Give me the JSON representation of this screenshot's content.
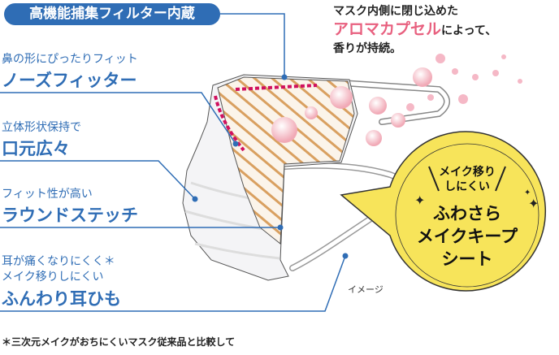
{
  "header_pill": "高機能捕集フィルター内蔵",
  "features": [
    {
      "sub": "鼻の形にぴったりフィット",
      "title": "ノーズフィッター"
    },
    {
      "sub": "立体形状保持で",
      "title": "口元広々"
    },
    {
      "sub": "フィット性が高い",
      "title": "ラウンドステッチ"
    },
    {
      "sub_line1": "耳が痛くなりにくく＊",
      "sub_line2": "メイク移りしにくい",
      "title": "ふんわり耳ひも"
    }
  ],
  "aroma": {
    "line1": "マスク内側に閉じ込めた",
    "highlight": "アロマカプセル",
    "line2_rest": "によって、",
    "line3": "香りが持続。"
  },
  "bubble": {
    "small1": "メイク移り",
    "small2": "しにくい",
    "big1": "ふわさら",
    "big2": "メイクキープ",
    "big3": "シート"
  },
  "image_note": "イメージ",
  "footnote": "＊三次元メイクがおちにくいマスク従来品と比較して",
  "colors": {
    "blue": "#2f6db5",
    "pink": "#e8607f",
    "yellow": "#f7e45a",
    "stitch": "#d0105e",
    "stripe": "#d9a060"
  }
}
